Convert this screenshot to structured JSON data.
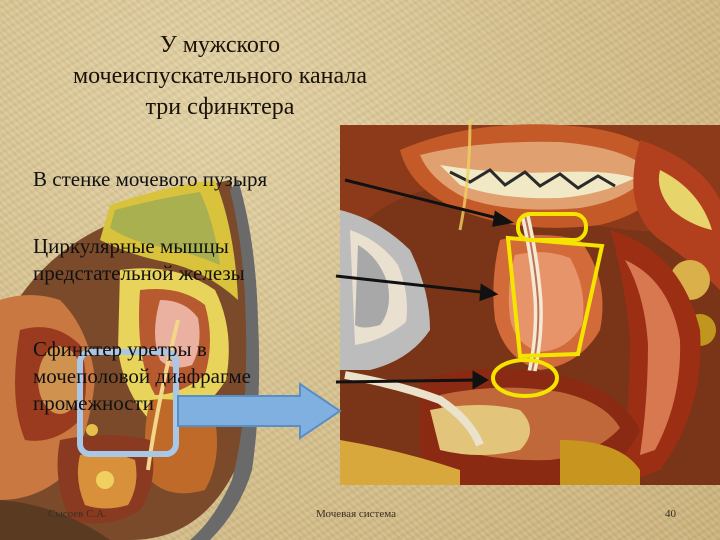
{
  "slide": {
    "title_lines": [
      "У мужского",
      "мочеиспускательного канала",
      "три сфинктера"
    ],
    "labels": {
      "bladder_wall": "В стенке мочевого пузыря",
      "prostate_line1": "Циркулярные мышцы",
      "prostate_line2": "предстательной железы",
      "diaphragm_line1": "Сфинктер уретры в",
      "diaphragm_line2": "мочеполовой диафрагме",
      "diaphragm_line3": "промежности"
    },
    "footer": {
      "author": "Сысоев С.А.",
      "center": "Мочевая система",
      "page_number": "40"
    }
  },
  "colors": {
    "background": "#d9c593",
    "highlight_yellow": "#f5e400",
    "arrow_blue": "#7fb0e0",
    "zoom_frame": "#a9c8e8"
  },
  "icons": {
    "pointer": "arrow-icon",
    "zoom": "zoom-arrow-icon"
  }
}
